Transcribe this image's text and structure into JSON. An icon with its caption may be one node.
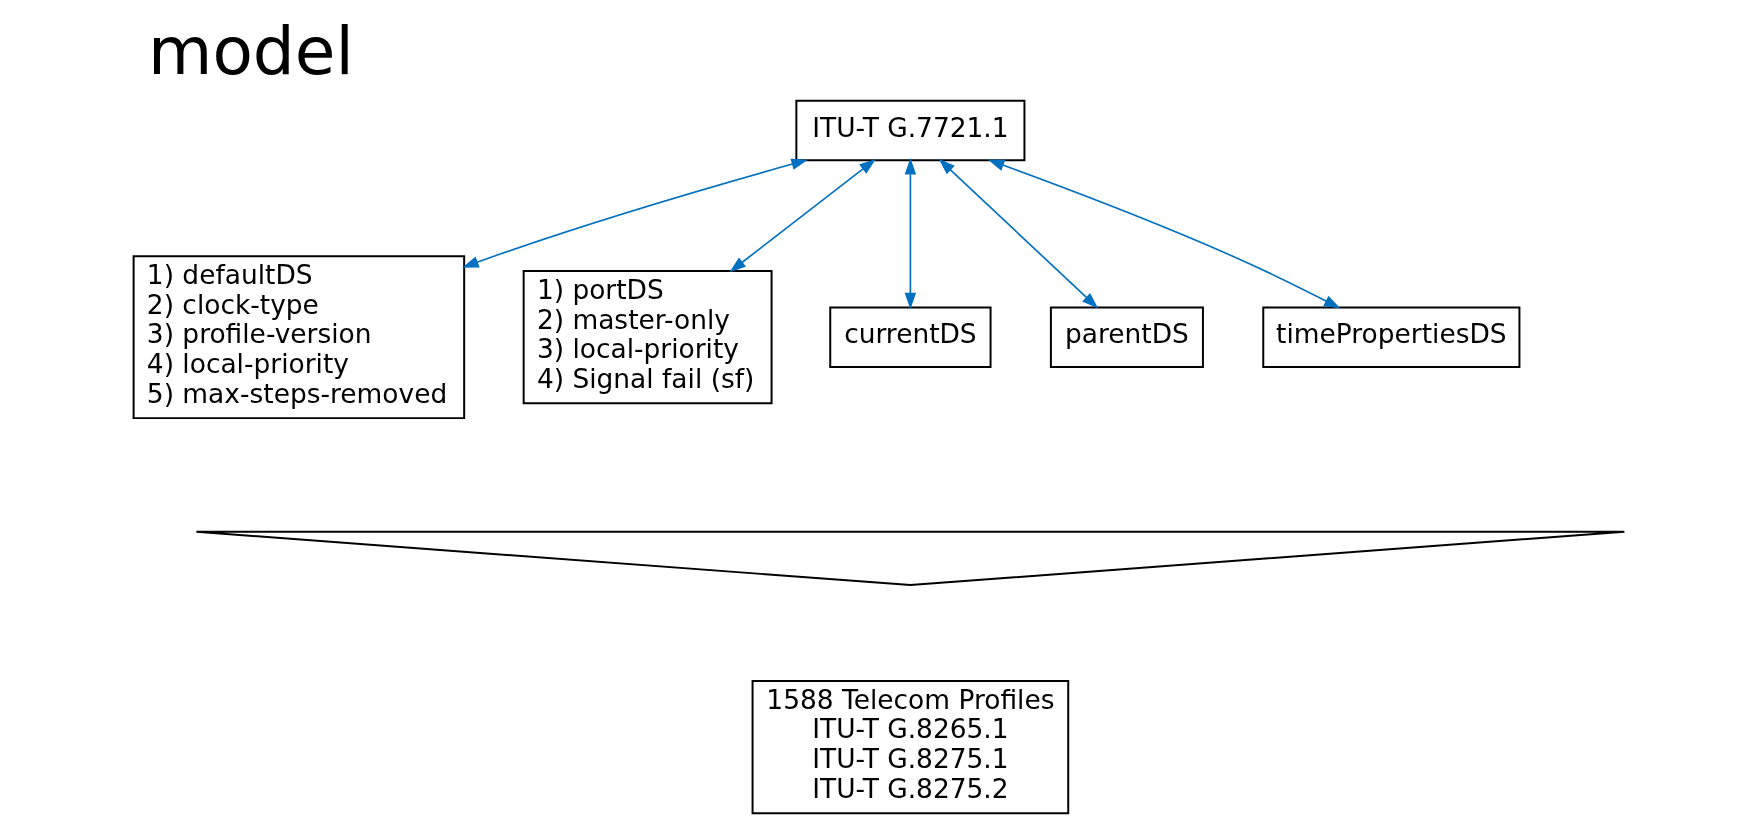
{
  "diagram": {
    "title": "model",
    "nodes": [
      {
        "text": [
          "ITU-T G.7721.1"
        ]
      },
      {
        "text": [
          "1) defaultDS",
          "2) clock-type",
          "3) profile-version",
          "4) local-priority",
          "5) max-steps-removed"
        ]
      },
      {
        "text": [
          "1) portDS",
          "2) master-only",
          "3) local-priority",
          "4) Signal fail (sf)"
        ]
      },
      {
        "text": [
          "currentDS"
        ]
      },
      {
        "text": [
          "parentDS"
        ]
      },
      {
        "text": [
          "timePropertiesDS"
        ]
      },
      {
        "text": [],
        "shape": "triangle"
      },
      {
        "text": [
          "1588 Telecom Profiles",
          "ITU-T G.8265.1",
          "ITU-T G.8275.1",
          "ITU-T G.8275.2"
        ]
      }
    ],
    "edges": [
      {
        "from": 0,
        "to": 1,
        "arrow": "both"
      },
      {
        "from": 0,
        "to": 2,
        "arrow": "both"
      },
      {
        "from": 0,
        "to": 3,
        "arrow": "both"
      },
      {
        "from": 0,
        "to": 4,
        "arrow": "both"
      },
      {
        "from": 0,
        "to": 5,
        "arrow": "both"
      }
    ]
  }
}
